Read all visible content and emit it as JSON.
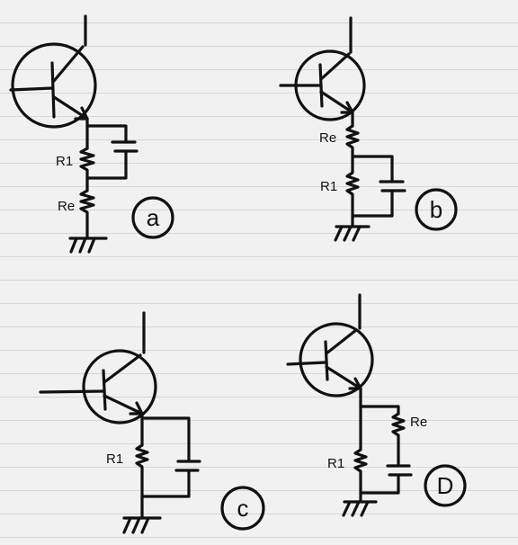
{
  "circuits": {
    "a": {
      "tag": "a",
      "top_resistor": "R1",
      "bottom_resistor": "Re"
    },
    "b": {
      "tag": "b",
      "top_resistor": "Re",
      "bottom_resistor": "R1"
    },
    "c": {
      "tag": "c",
      "resistor": "R1"
    },
    "d": {
      "tag": "D",
      "side_resistor": "Re",
      "resistor": "R1"
    }
  }
}
